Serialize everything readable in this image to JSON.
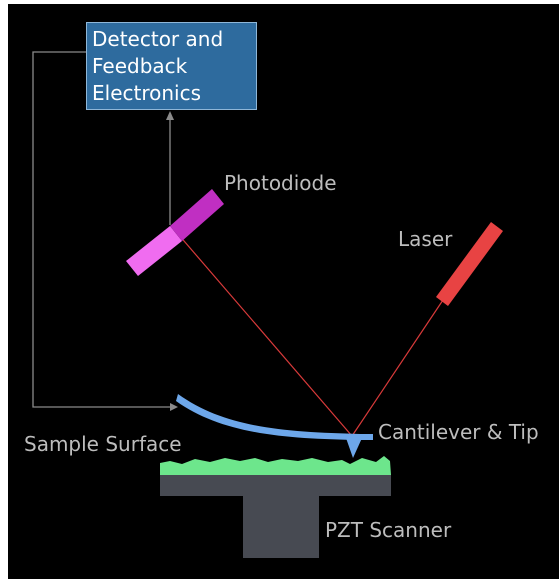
{
  "colors": {
    "background": "#000000",
    "detector_box": "#2e6b9e",
    "photodiode_light": "#f06cf0",
    "photodiode_dark": "#c02fc2",
    "laser": "#e84343",
    "beam": "#d83a3a",
    "cantilever": "#6da7ea",
    "sample_surface": "#6de68c",
    "stage": "#474a52",
    "feedback_line": "#8a8a8a",
    "label_text": "#bdbdbd"
  },
  "detector": {
    "line1": "Detector and",
    "line2": "Feedback",
    "line3": "Electronics"
  },
  "labels": {
    "photodiode": "Photodiode",
    "laser": "Laser",
    "cantilever": "Cantilever & Tip",
    "sample_surface": "Sample Surface",
    "pzt_scanner": "PZT Scanner"
  },
  "icons": {
    "feedback_arrow": "arrow-right-icon",
    "signal_arrow": "arrow-up-icon"
  }
}
